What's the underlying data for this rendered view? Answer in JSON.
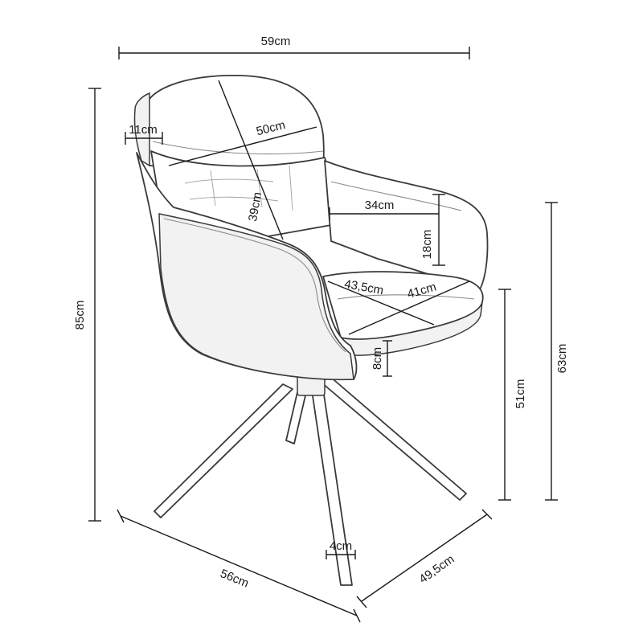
{
  "dimensions": {
    "overall_width": "59cm",
    "back_thickness": "11cm",
    "backrest_width": "50cm",
    "backrest_height": "39cm",
    "armrest_depth": "34cm",
    "armrest_height": "18cm",
    "seat_depth": "43,5cm",
    "seat_width": "41cm",
    "seat_thickness": "8cm",
    "overall_height": "85cm",
    "seat_height": "51cm",
    "arm_height": "63cm",
    "base_depth": "56cm",
    "base_width": "49,5cm",
    "leg_width": "4cm"
  },
  "colors": {
    "line": "#3a3a3a",
    "text": "#1a1a1a",
    "background": "#ffffff"
  }
}
